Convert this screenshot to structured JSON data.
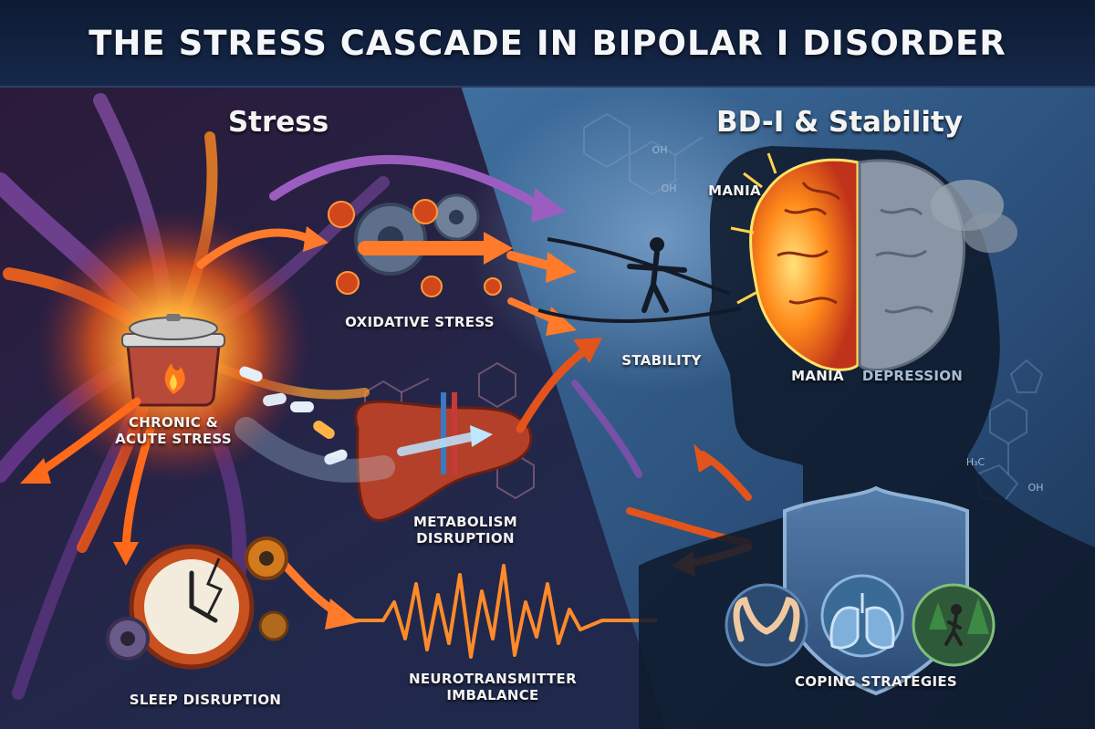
{
  "title": "THE STRESS CASCADE IN BIPOLAR I DISORDER",
  "sections": {
    "left": "Stress",
    "right": "BD-I & Stability"
  },
  "labels": {
    "chronic_stress_line1": "CHRONIC &",
    "chronic_stress_line2": "ACUTE STRESS",
    "oxidative_stress": "OXIDATIVE STRESS",
    "metabolism_line1": "METABOLISM",
    "metabolism_line2": "DISRUPTION",
    "sleep_disruption": "SLEEP DISRUPTION",
    "neuro_line1": "NEUROTRANSMITTER",
    "neuro_line2": "IMBALANCE",
    "stability": "STABILITY",
    "mania_top": "MANIA",
    "mania_bottom": "MANIA",
    "depression": "DEPRESSION",
    "coping": "COPING STRATEGIES"
  },
  "chem_labels": {
    "oh1": "OH",
    "oh2": "OH",
    "oh3": "OH",
    "h3c": "H₃C"
  },
  "icons": [
    "stress-pot-icon",
    "oxidative-gears-icon",
    "liver-icon",
    "pills-icon",
    "clock-icon",
    "waveform-icon",
    "tightrope-walker-icon",
    "head-silhouette-icon",
    "fiery-brain-icon",
    "cloudy-brain-icon",
    "shield-icon",
    "open-hands-icon",
    "lungs-icon",
    "walking-person-icon"
  ],
  "colors": {
    "background": "#0f1d33",
    "fire": "#ff7a1a",
    "storm": "#8a4fb0",
    "heading": "#f4f6fa",
    "depression": "#a9bed6"
  }
}
